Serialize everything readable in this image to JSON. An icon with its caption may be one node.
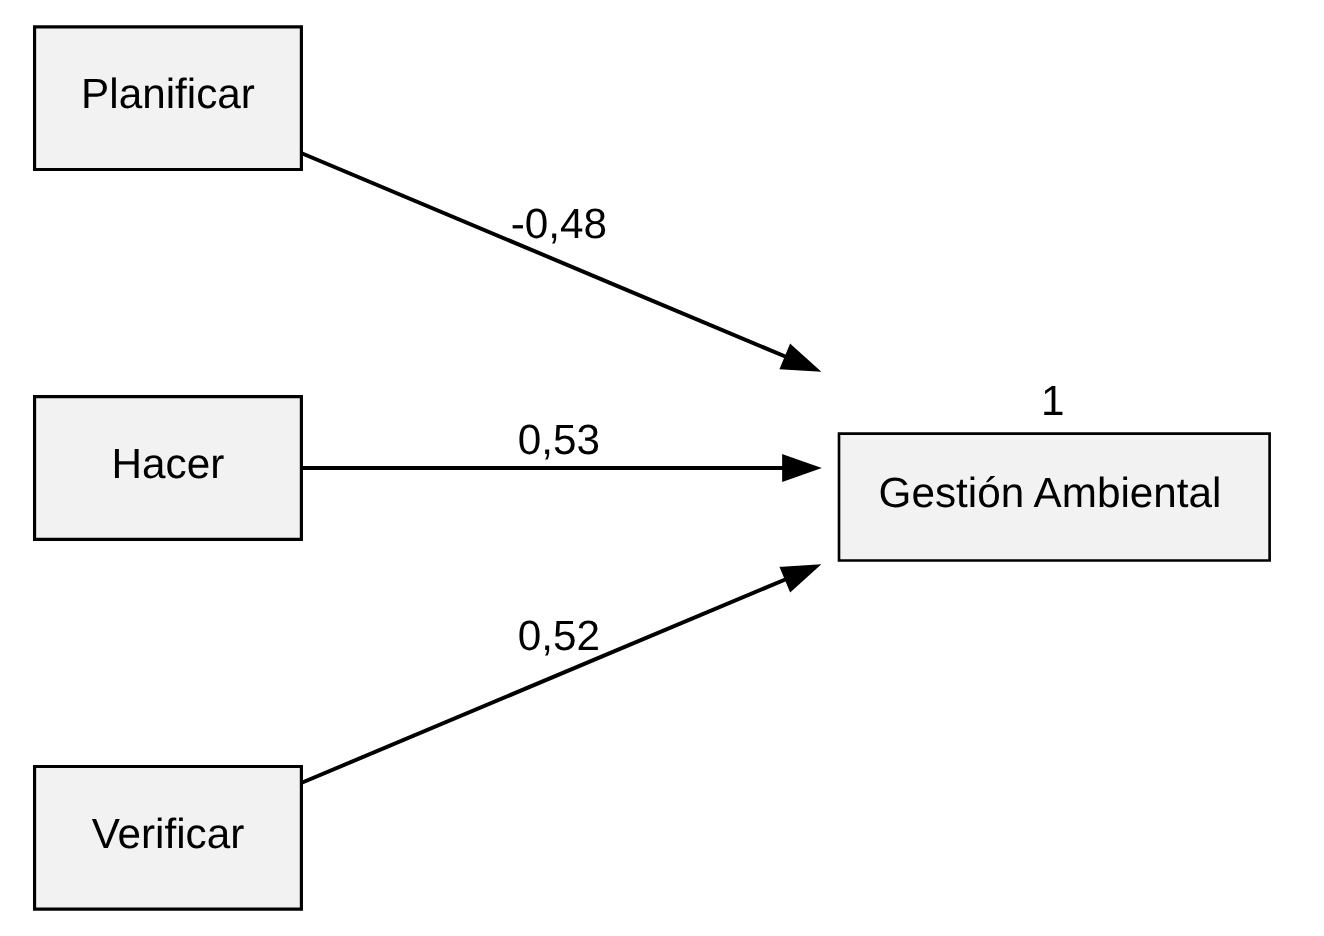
{
  "diagram": {
    "nodes": [
      {
        "text": [
          "Planificar"
        ]
      },
      {
        "text": [
          "Hacer"
        ]
      },
      {
        "text": [
          "Verificar"
        ]
      },
      {
        "text": [
          "Gestión Ambiental"
        ],
        "beside": [
          "1"
        ]
      }
    ],
    "edges": [
      {
        "from": 0,
        "to": 3,
        "arrow": "to",
        "label": "-0,48"
      },
      {
        "from": 1,
        "to": 3,
        "arrow": "to",
        "label": "0,53"
      },
      {
        "from": 2,
        "to": 3,
        "arrow": "to",
        "label": "0,52"
      }
    ]
  }
}
